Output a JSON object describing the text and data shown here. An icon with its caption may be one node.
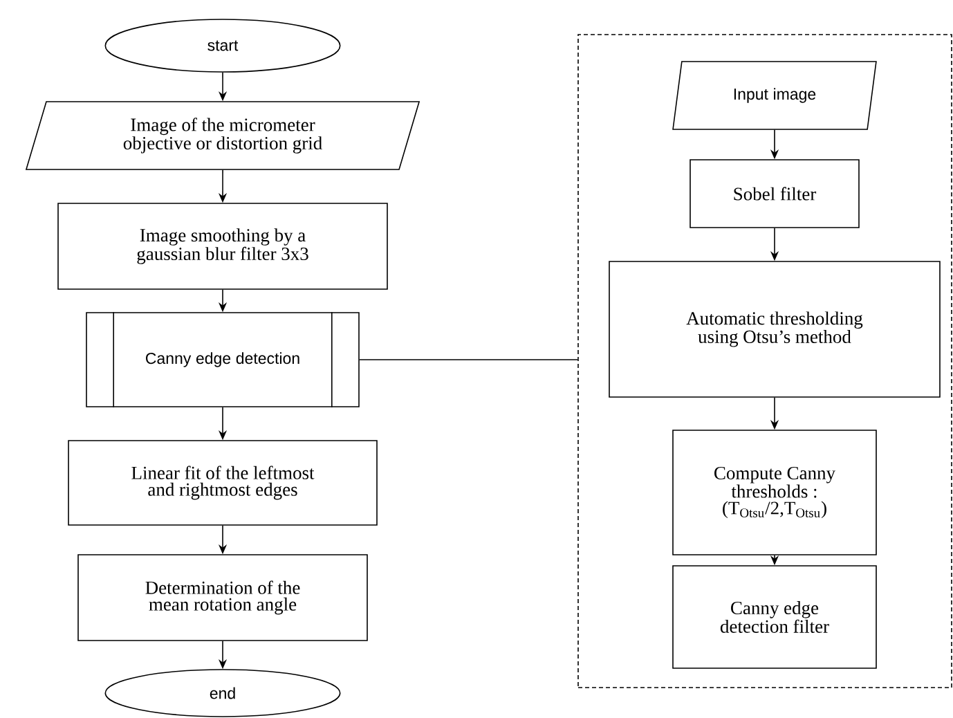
{
  "diagram": {
    "nodes": [
      {
        "text": [
          "start"
        ]
      },
      {
        "text": [
          "Image of the micrometer objective or distortion grid"
        ]
      },
      {
        "text": [
          "Image smoothing by a gaussian blur filter 3x3"
        ]
      },
      {
        "text": [
          "Canny edge detection"
        ]
      },
      {
        "text": [
          "Linear fit of the leftmost and rightmost edges"
        ]
      },
      {
        "text": [
          "Determination of the mean rotation angle"
        ]
      },
      {
        "text": [
          "end"
        ]
      },
      {
        "text": [],
        "shape": "box"
      },
      {
        "text": [
          "Input image"
        ],
        "in": 7
      },
      {
        "text": [
          "Sobel filter"
        ],
        "in": 7
      },
      {
        "text": [
          "Automatic thresholding using Otsu’s method"
        ],
        "in": 7
      },
      {
        "text": [
          "Compute Canny thresholds : (T$_{Otsu}$/2,T$_{Otsu}$)"
        ],
        "in": 7
      },
      {
        "text": [
          "Canny edge detection filter"
        ],
        "in": 7
      }
    ],
    "edges": [
      {
        "from": 0,
        "to": 1,
        "arrow": "to"
      },
      {
        "from": 1,
        "to": 2,
        "arrow": "to"
      },
      {
        "from": 2,
        "to": 3,
        "arrow": "to"
      },
      {
        "from": 3,
        "to": 4,
        "arrow": "to"
      },
      {
        "from": 4,
        "to": 5,
        "arrow": "to"
      },
      {
        "from": 5,
        "to": 6,
        "arrow": "to"
      },
      {
        "from": 3,
        "to": 7,
        "arrow": "none"
      },
      {
        "from": 8,
        "to": 9,
        "arrow": "to"
      },
      {
        "from": 9,
        "to": 10,
        "arrow": "to"
      },
      {
        "from": 10,
        "to": 11,
        "arrow": "to"
      },
      {
        "from": 11,
        "to": 12,
        "arrow": "to"
      }
    ]
  }
}
